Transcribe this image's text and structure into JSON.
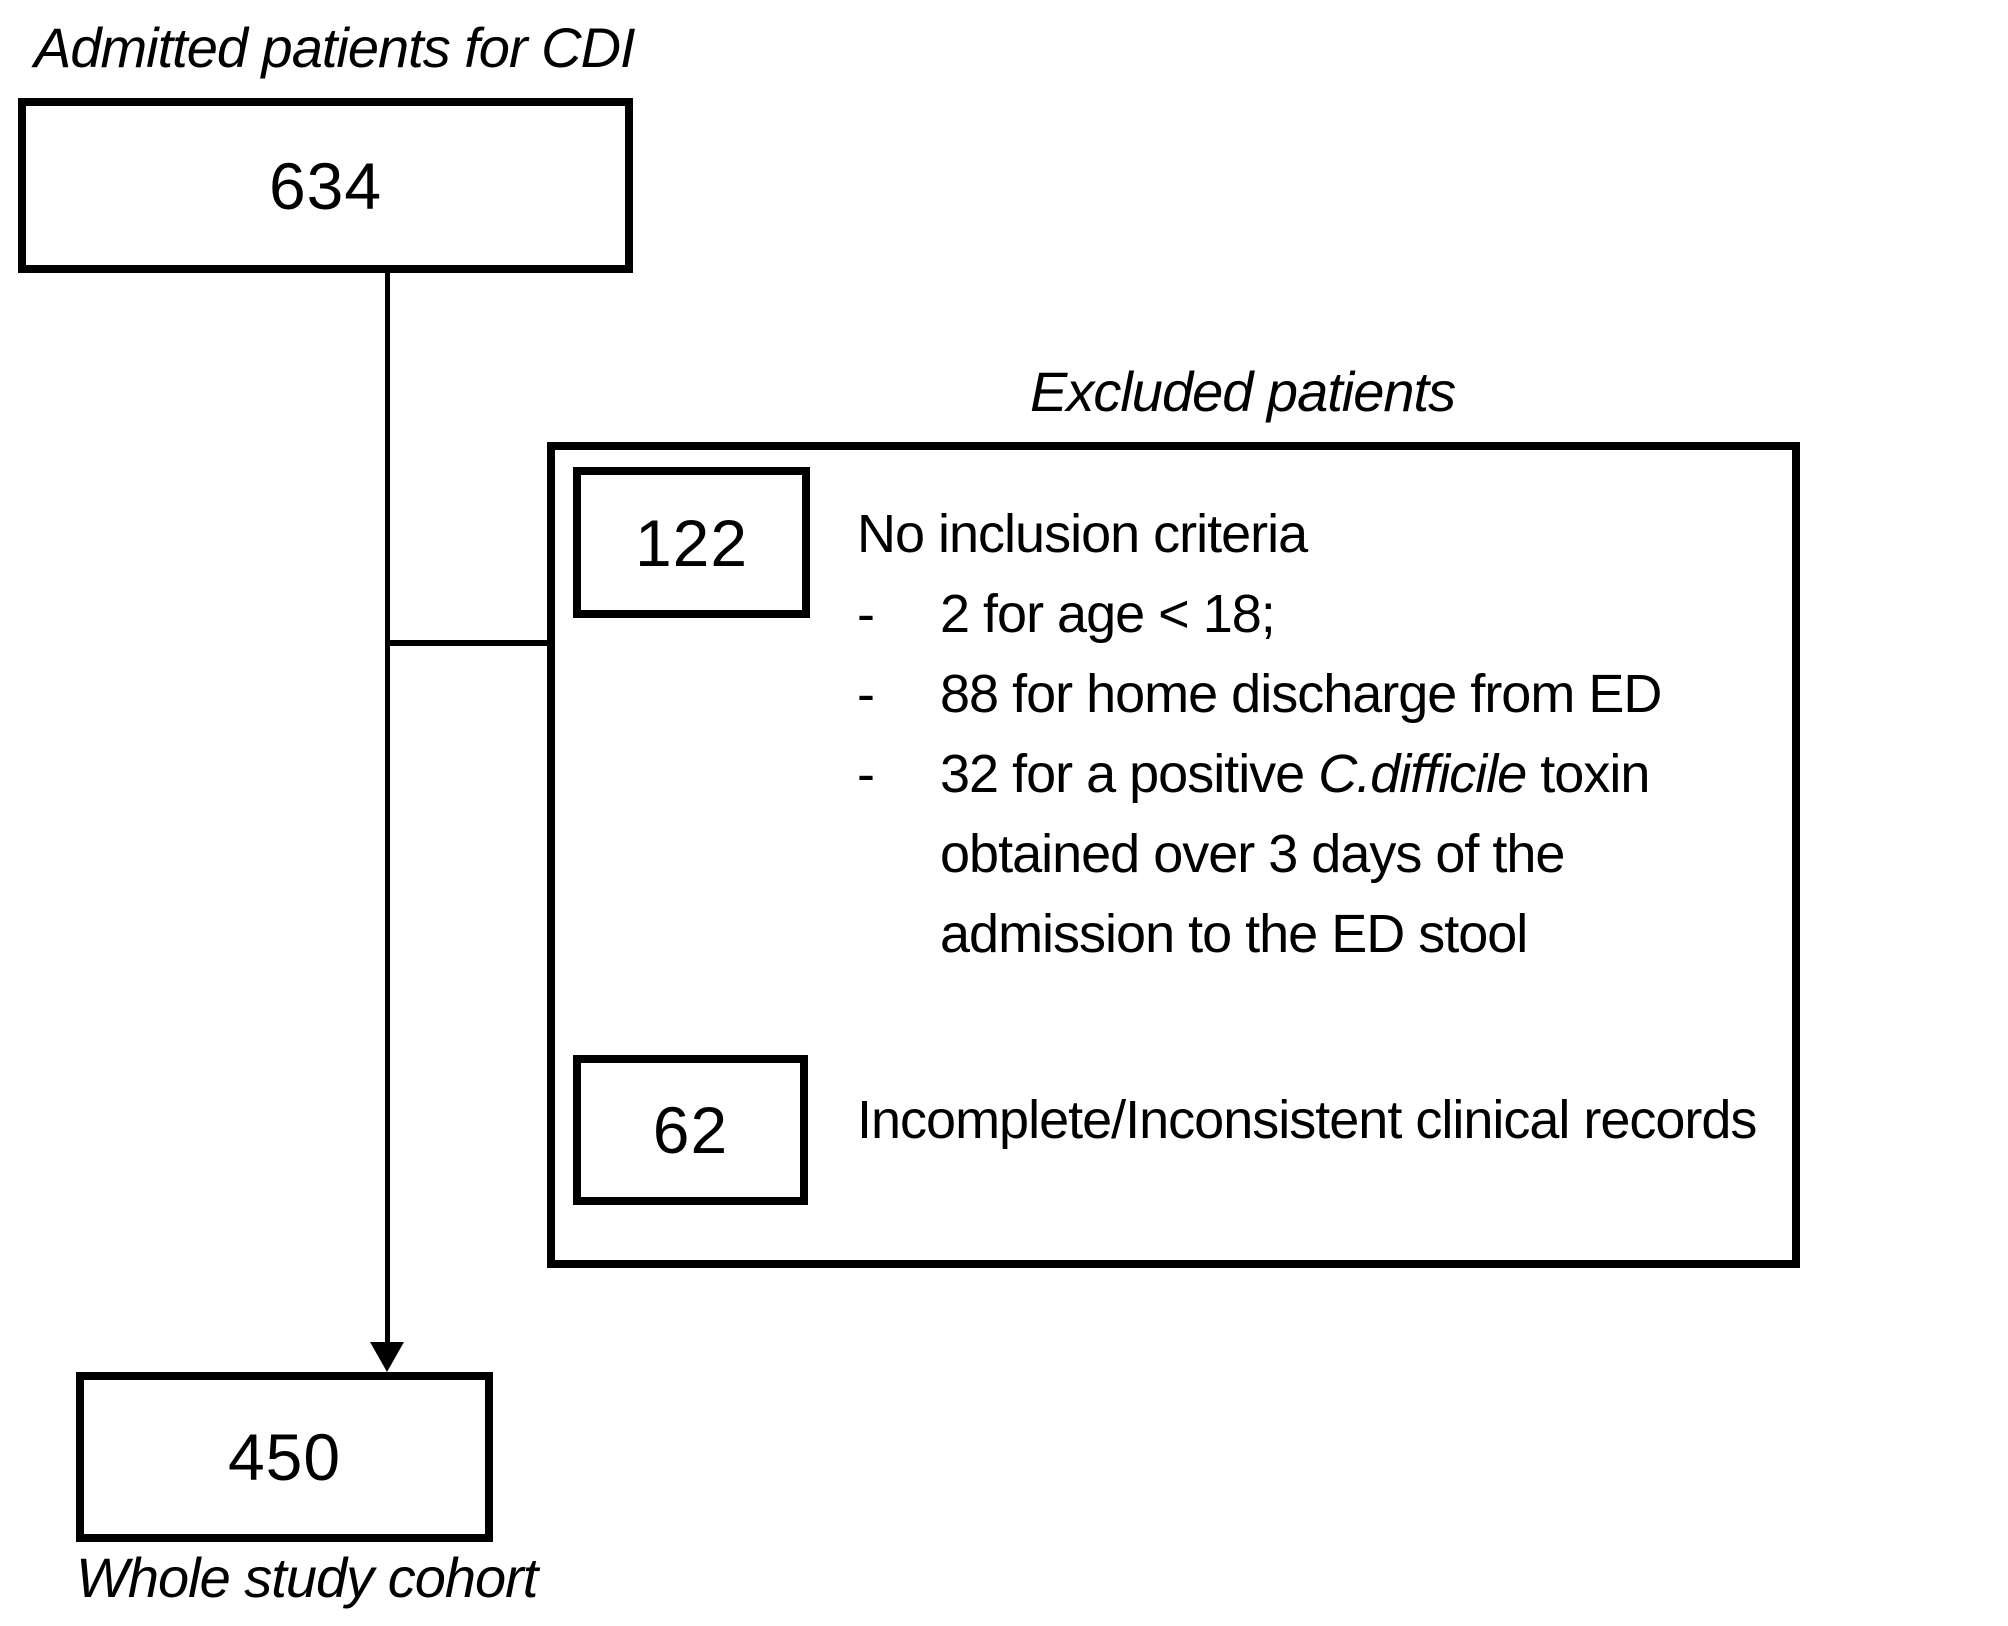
{
  "colors": {
    "ink": "#000000",
    "background": "#ffffff"
  },
  "flowchart": {
    "admitted": {
      "label": "Admitted patients for CDI",
      "count": "634"
    },
    "excluded": {
      "label": "Excluded patients",
      "bullet_marker": "-",
      "no_inclusion": {
        "count": "122",
        "title": "No inclusion criteria",
        "bullet1": "2 for age < 18;",
        "bullet2": "88 for home discharge from ED",
        "bullet3_prefix": "32 for a positive ",
        "bullet3_italic": "C.difficile",
        "bullet3_suffix": " toxin",
        "bullet3_line2": "obtained over 3 days of the",
        "bullet3_line3": "admission to the ED stool"
      },
      "incomplete": {
        "count": "62",
        "text": "Incomplete/Inconsistent clinical records"
      }
    },
    "cohort": {
      "count": "450",
      "label": "Whole study cohort"
    }
  }
}
